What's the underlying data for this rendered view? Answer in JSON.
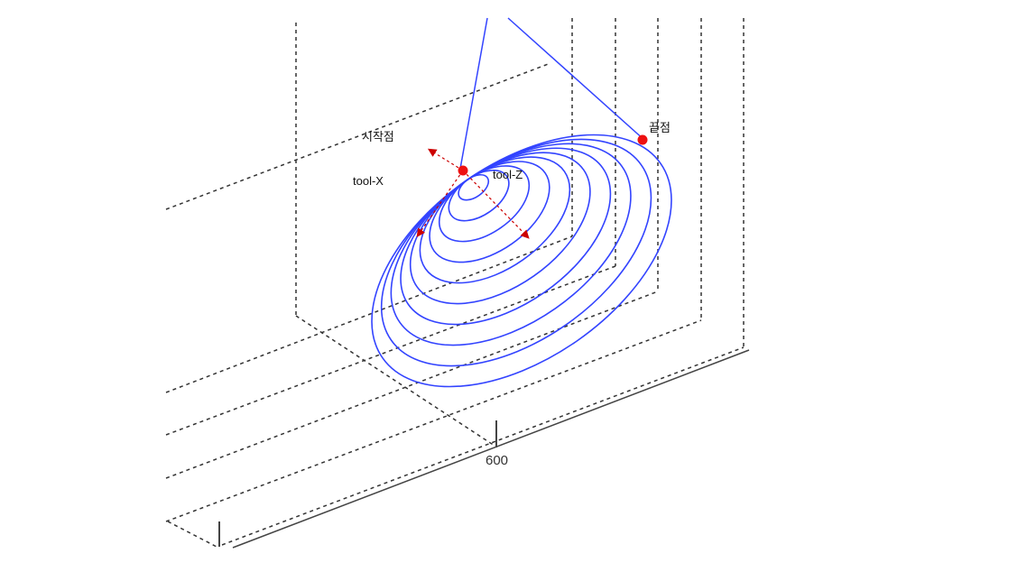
{
  "labels": {
    "start_point": "시작점",
    "end_point": "끝점",
    "tool_x": "tool-X",
    "tool_z": "tool-Z"
  },
  "axis": {
    "tick_label": "600"
  },
  "diagram": {
    "ring_count": 10,
    "colors": {
      "path": "#3344ff",
      "points": "#ee1111",
      "tool_axes": "#cc0000",
      "grid": "#333333"
    }
  }
}
